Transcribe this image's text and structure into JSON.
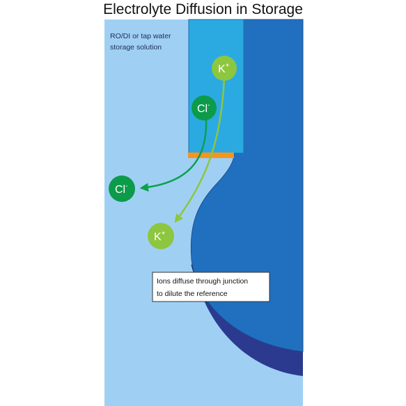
{
  "title": "Electrolyte Diffusion in Storage",
  "storage_label": {
    "line1": "RO/DI or tap water",
    "line2": "storage solution"
  },
  "ions": {
    "k_inside": "K",
    "k_inside_charge": "+",
    "cl_inside": "Cl",
    "cl_inside_charge": "-",
    "cl_outside": "Cl",
    "cl_outside_charge": "-",
    "k_outside": "K",
    "k_outside_charge": "+"
  },
  "callout": {
    "line1": "Ions diffuse through junction",
    "line2": "to dilute the reference"
  },
  "colors": {
    "solution": "#9fd0f4",
    "reference_tube": "#2baae2",
    "electrode_body": "#2170bf",
    "electrode_bulb_rim": "#2b3a8f",
    "junction": "#f7941d",
    "cl_ion": "#0c9b4a",
    "k_ion": "#8dc63f",
    "cl_arrow": "#0aa14b",
    "k_arrow": "#8dc63f"
  }
}
